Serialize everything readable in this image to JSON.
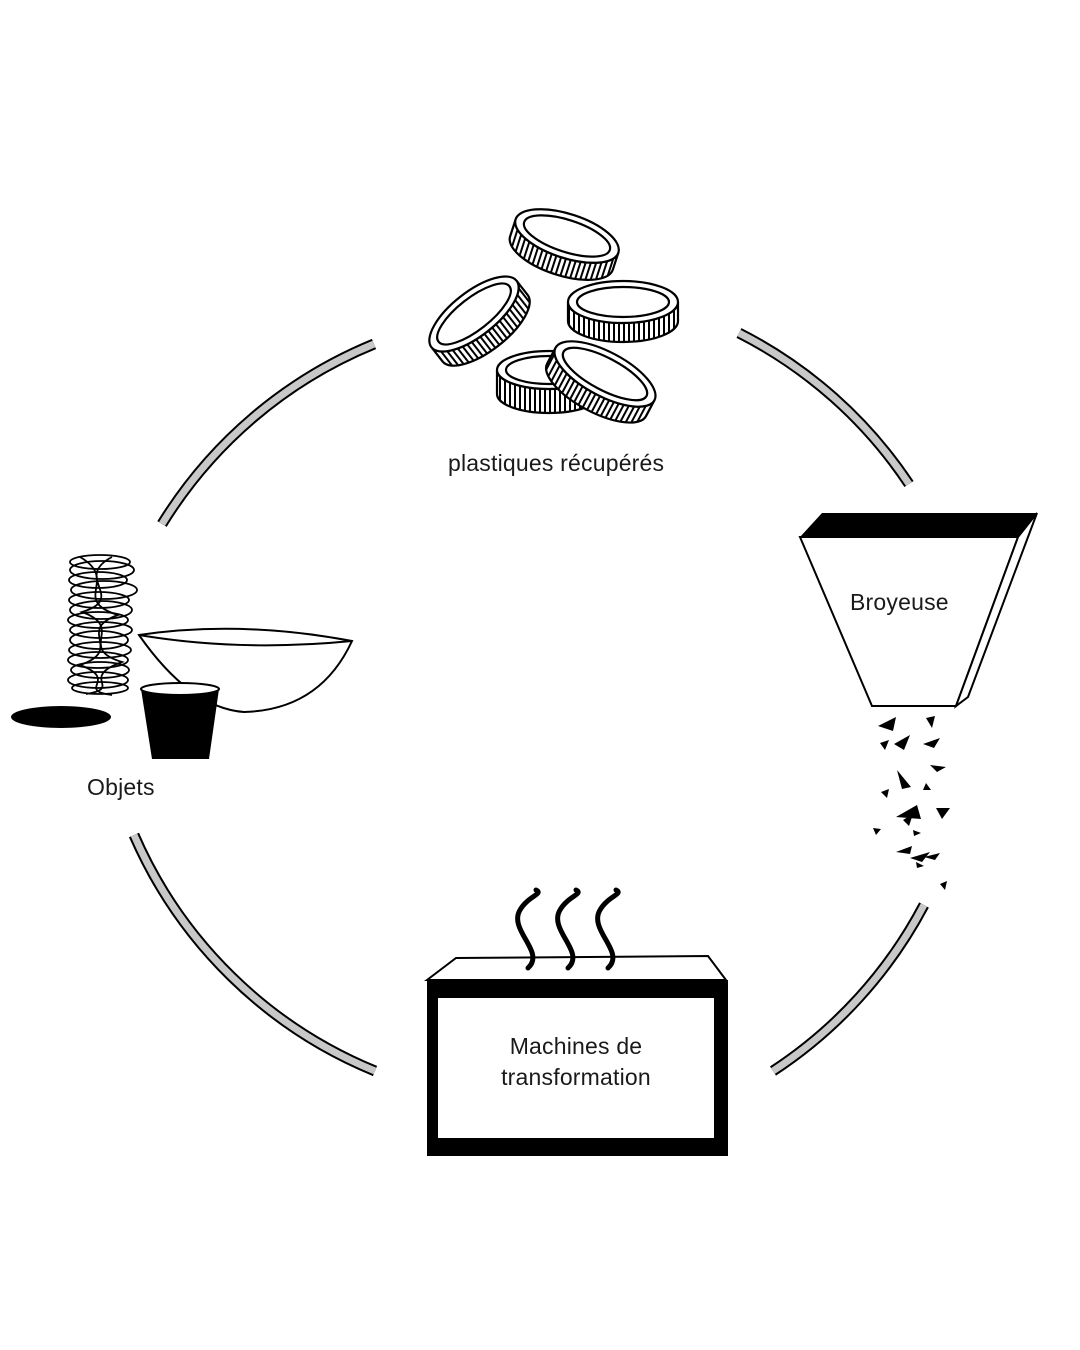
{
  "diagram": {
    "stages": {
      "plastics": {
        "label": "plastiques récupérés"
      },
      "grinder": {
        "label": "Broyeuse"
      },
      "machines": {
        "label_line1": "Machines de",
        "label_line2": "transformation"
      },
      "objects": {
        "label": "Objets"
      }
    },
    "colors": {
      "ink": "#000000",
      "arc_fill": "#c8c8c8",
      "background": "#ffffff"
    }
  }
}
